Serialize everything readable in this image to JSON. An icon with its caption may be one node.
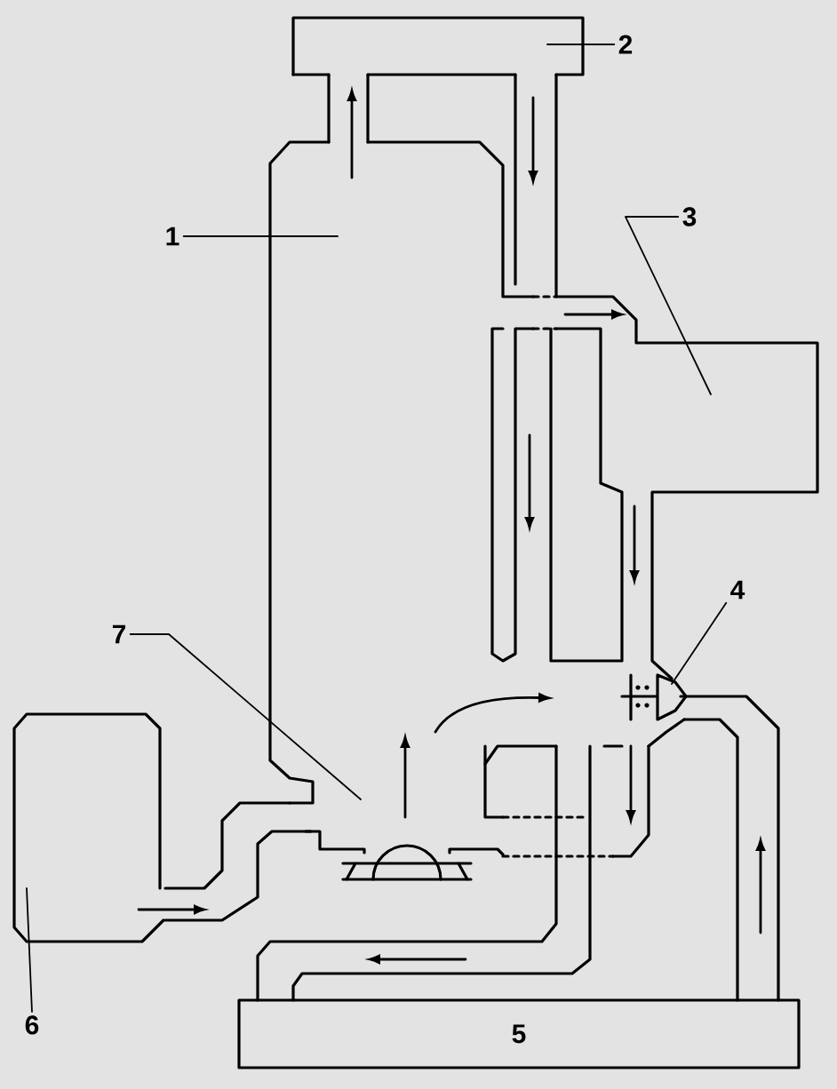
{
  "diagram": {
    "nodes": [
      {
        "text": [
          "1"
        ]
      },
      {
        "text": [
          "2"
        ]
      },
      {
        "text": [
          "3"
        ]
      },
      {
        "text": [
          "4"
        ]
      },
      {
        "text": [
          "7"
        ]
      },
      {
        "text": [
          "5"
        ]
      },
      {
        "text": [
          "6"
        ]
      }
    ],
    "edges": [
      {
        "from": 0,
        "to": null,
        "arrow": "none"
      },
      {
        "from": 1,
        "to": null,
        "arrow": "none"
      },
      {
        "from": 2,
        "to": null,
        "arrow": "none"
      },
      {
        "from": 3,
        "to": null,
        "arrow": "none"
      },
      {
        "from": 4,
        "to": null,
        "arrow": "none"
      },
      {
        "from": 6,
        "to": null,
        "arrow": "none"
      }
    ]
  }
}
